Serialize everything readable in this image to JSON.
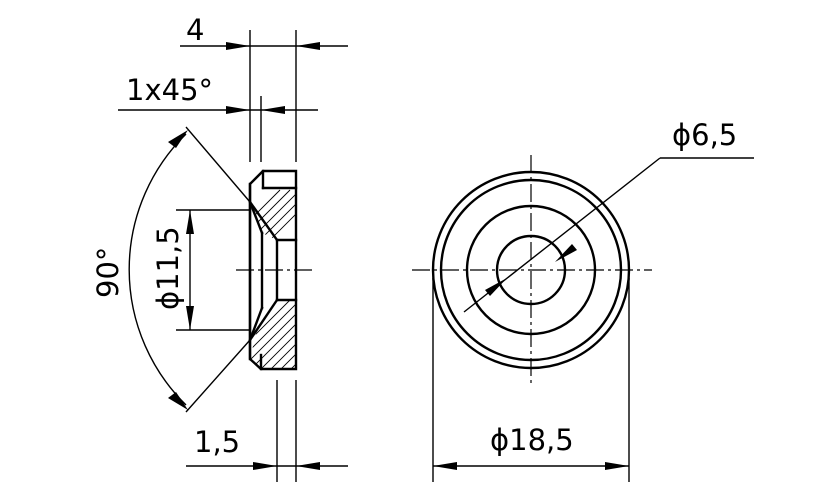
{
  "dimensions": {
    "thickness": "4",
    "chamfer": "1x45°",
    "angle": "90°",
    "inner_diameter_section": "ϕ11,5",
    "bore": "ϕ6,5",
    "step": "1,5",
    "outer_diameter": "ϕ18,5"
  }
}
